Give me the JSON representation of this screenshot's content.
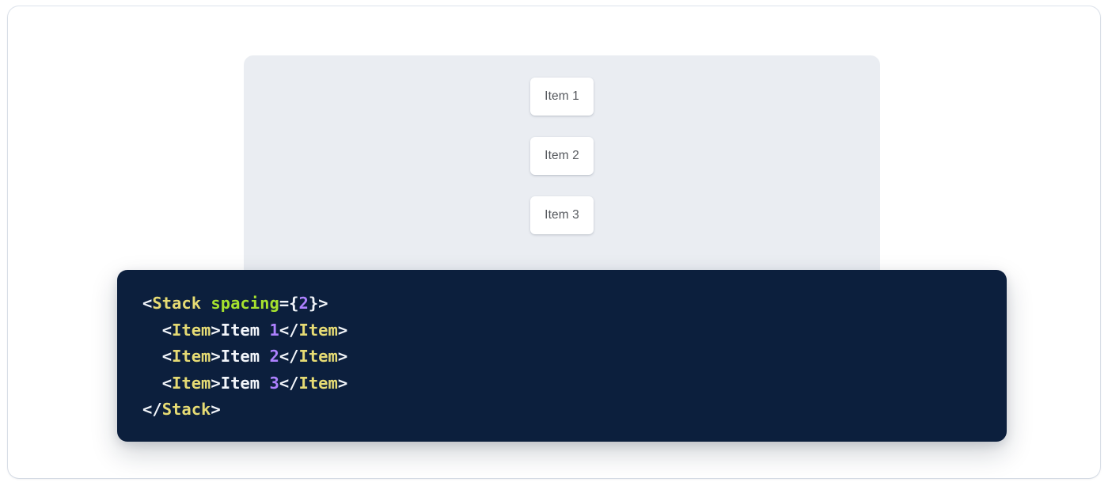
{
  "preview": {
    "panel_background": "#eaedf2",
    "items": [
      {
        "label": "Item 1"
      },
      {
        "label": "Item 2"
      },
      {
        "label": "Item 3"
      }
    ]
  },
  "code": {
    "background": "#0c1f3d",
    "language": "jsx",
    "colors": {
      "tag": "#e6db74",
      "attribute": "#a6e22e",
      "number": "#ae81ff",
      "punctuation": "#f2f5fa",
      "text": "#f2f5fa"
    },
    "raw": "<Stack spacing={2}>\n  <Item>Item 1</Item>\n  <Item>Item 2</Item>\n  <Item>Item 3</Item>\n</Stack>",
    "lines": [
      {
        "indent": "",
        "tokens": [
          {
            "t": "<",
            "k": "punct"
          },
          {
            "t": "Stack",
            "k": "tag"
          },
          {
            "t": " ",
            "k": "punct"
          },
          {
            "t": "spacing",
            "k": "attr"
          },
          {
            "t": "={",
            "k": "punct"
          },
          {
            "t": "2",
            "k": "num"
          },
          {
            "t": "}>",
            "k": "punct"
          }
        ]
      },
      {
        "indent": "  ",
        "tokens": [
          {
            "t": "<",
            "k": "punct"
          },
          {
            "t": "Item",
            "k": "tag"
          },
          {
            "t": ">",
            "k": "punct"
          },
          {
            "t": "Item ",
            "k": "text"
          },
          {
            "t": "1",
            "k": "num"
          },
          {
            "t": "</",
            "k": "punct"
          },
          {
            "t": "Item",
            "k": "tag"
          },
          {
            "t": ">",
            "k": "punct"
          }
        ]
      },
      {
        "indent": "  ",
        "tokens": [
          {
            "t": "<",
            "k": "punct"
          },
          {
            "t": "Item",
            "k": "tag"
          },
          {
            "t": ">",
            "k": "punct"
          },
          {
            "t": "Item ",
            "k": "text"
          },
          {
            "t": "2",
            "k": "num"
          },
          {
            "t": "</",
            "k": "punct"
          },
          {
            "t": "Item",
            "k": "tag"
          },
          {
            "t": ">",
            "k": "punct"
          }
        ]
      },
      {
        "indent": "  ",
        "tokens": [
          {
            "t": "<",
            "k": "punct"
          },
          {
            "t": "Item",
            "k": "tag"
          },
          {
            "t": ">",
            "k": "punct"
          },
          {
            "t": "Item ",
            "k": "text"
          },
          {
            "t": "3",
            "k": "num"
          },
          {
            "t": "</",
            "k": "punct"
          },
          {
            "t": "Item",
            "k": "tag"
          },
          {
            "t": ">",
            "k": "punct"
          }
        ]
      },
      {
        "indent": "",
        "tokens": [
          {
            "t": "</",
            "k": "punct"
          },
          {
            "t": "Stack",
            "k": "tag"
          },
          {
            "t": ">",
            "k": "punct"
          }
        ]
      }
    ]
  }
}
